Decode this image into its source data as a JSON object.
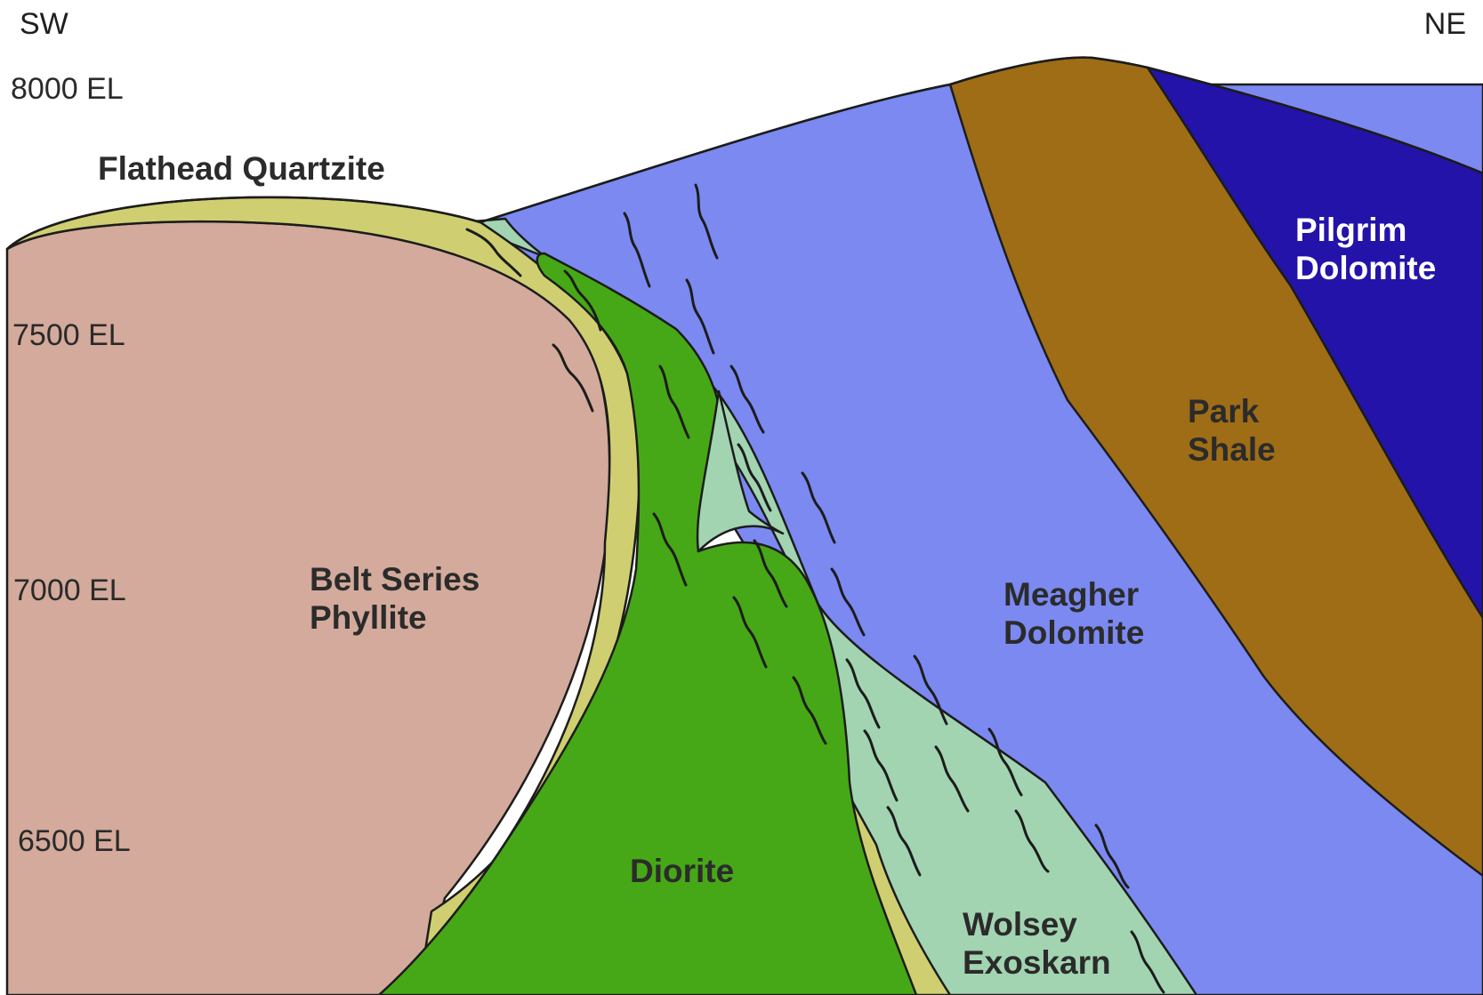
{
  "orientation": {
    "left": "SW",
    "right": "NE"
  },
  "elevations": [
    "8000 EL",
    "7500 EL",
    "7000 EL",
    "6500 EL"
  ],
  "units": [
    {
      "name": "Flathead Quartzite",
      "color": "#cfcf72"
    },
    {
      "name": "Belt Series\nPhyllite",
      "color": "#d3aa9b"
    },
    {
      "name": "Meagher\nDolomite",
      "color": "#7b89f1"
    },
    {
      "name": "Park\nShale",
      "color": "#9f6d16"
    },
    {
      "name": "Pilgrim\nDolomite",
      "color": "#2313a9"
    },
    {
      "name": "Diorite",
      "color": "#46a816"
    },
    {
      "name": "Wolsey\nExoskarn",
      "color": "#a2d4b1"
    }
  ],
  "legend_line_color": "#1c1c1c"
}
